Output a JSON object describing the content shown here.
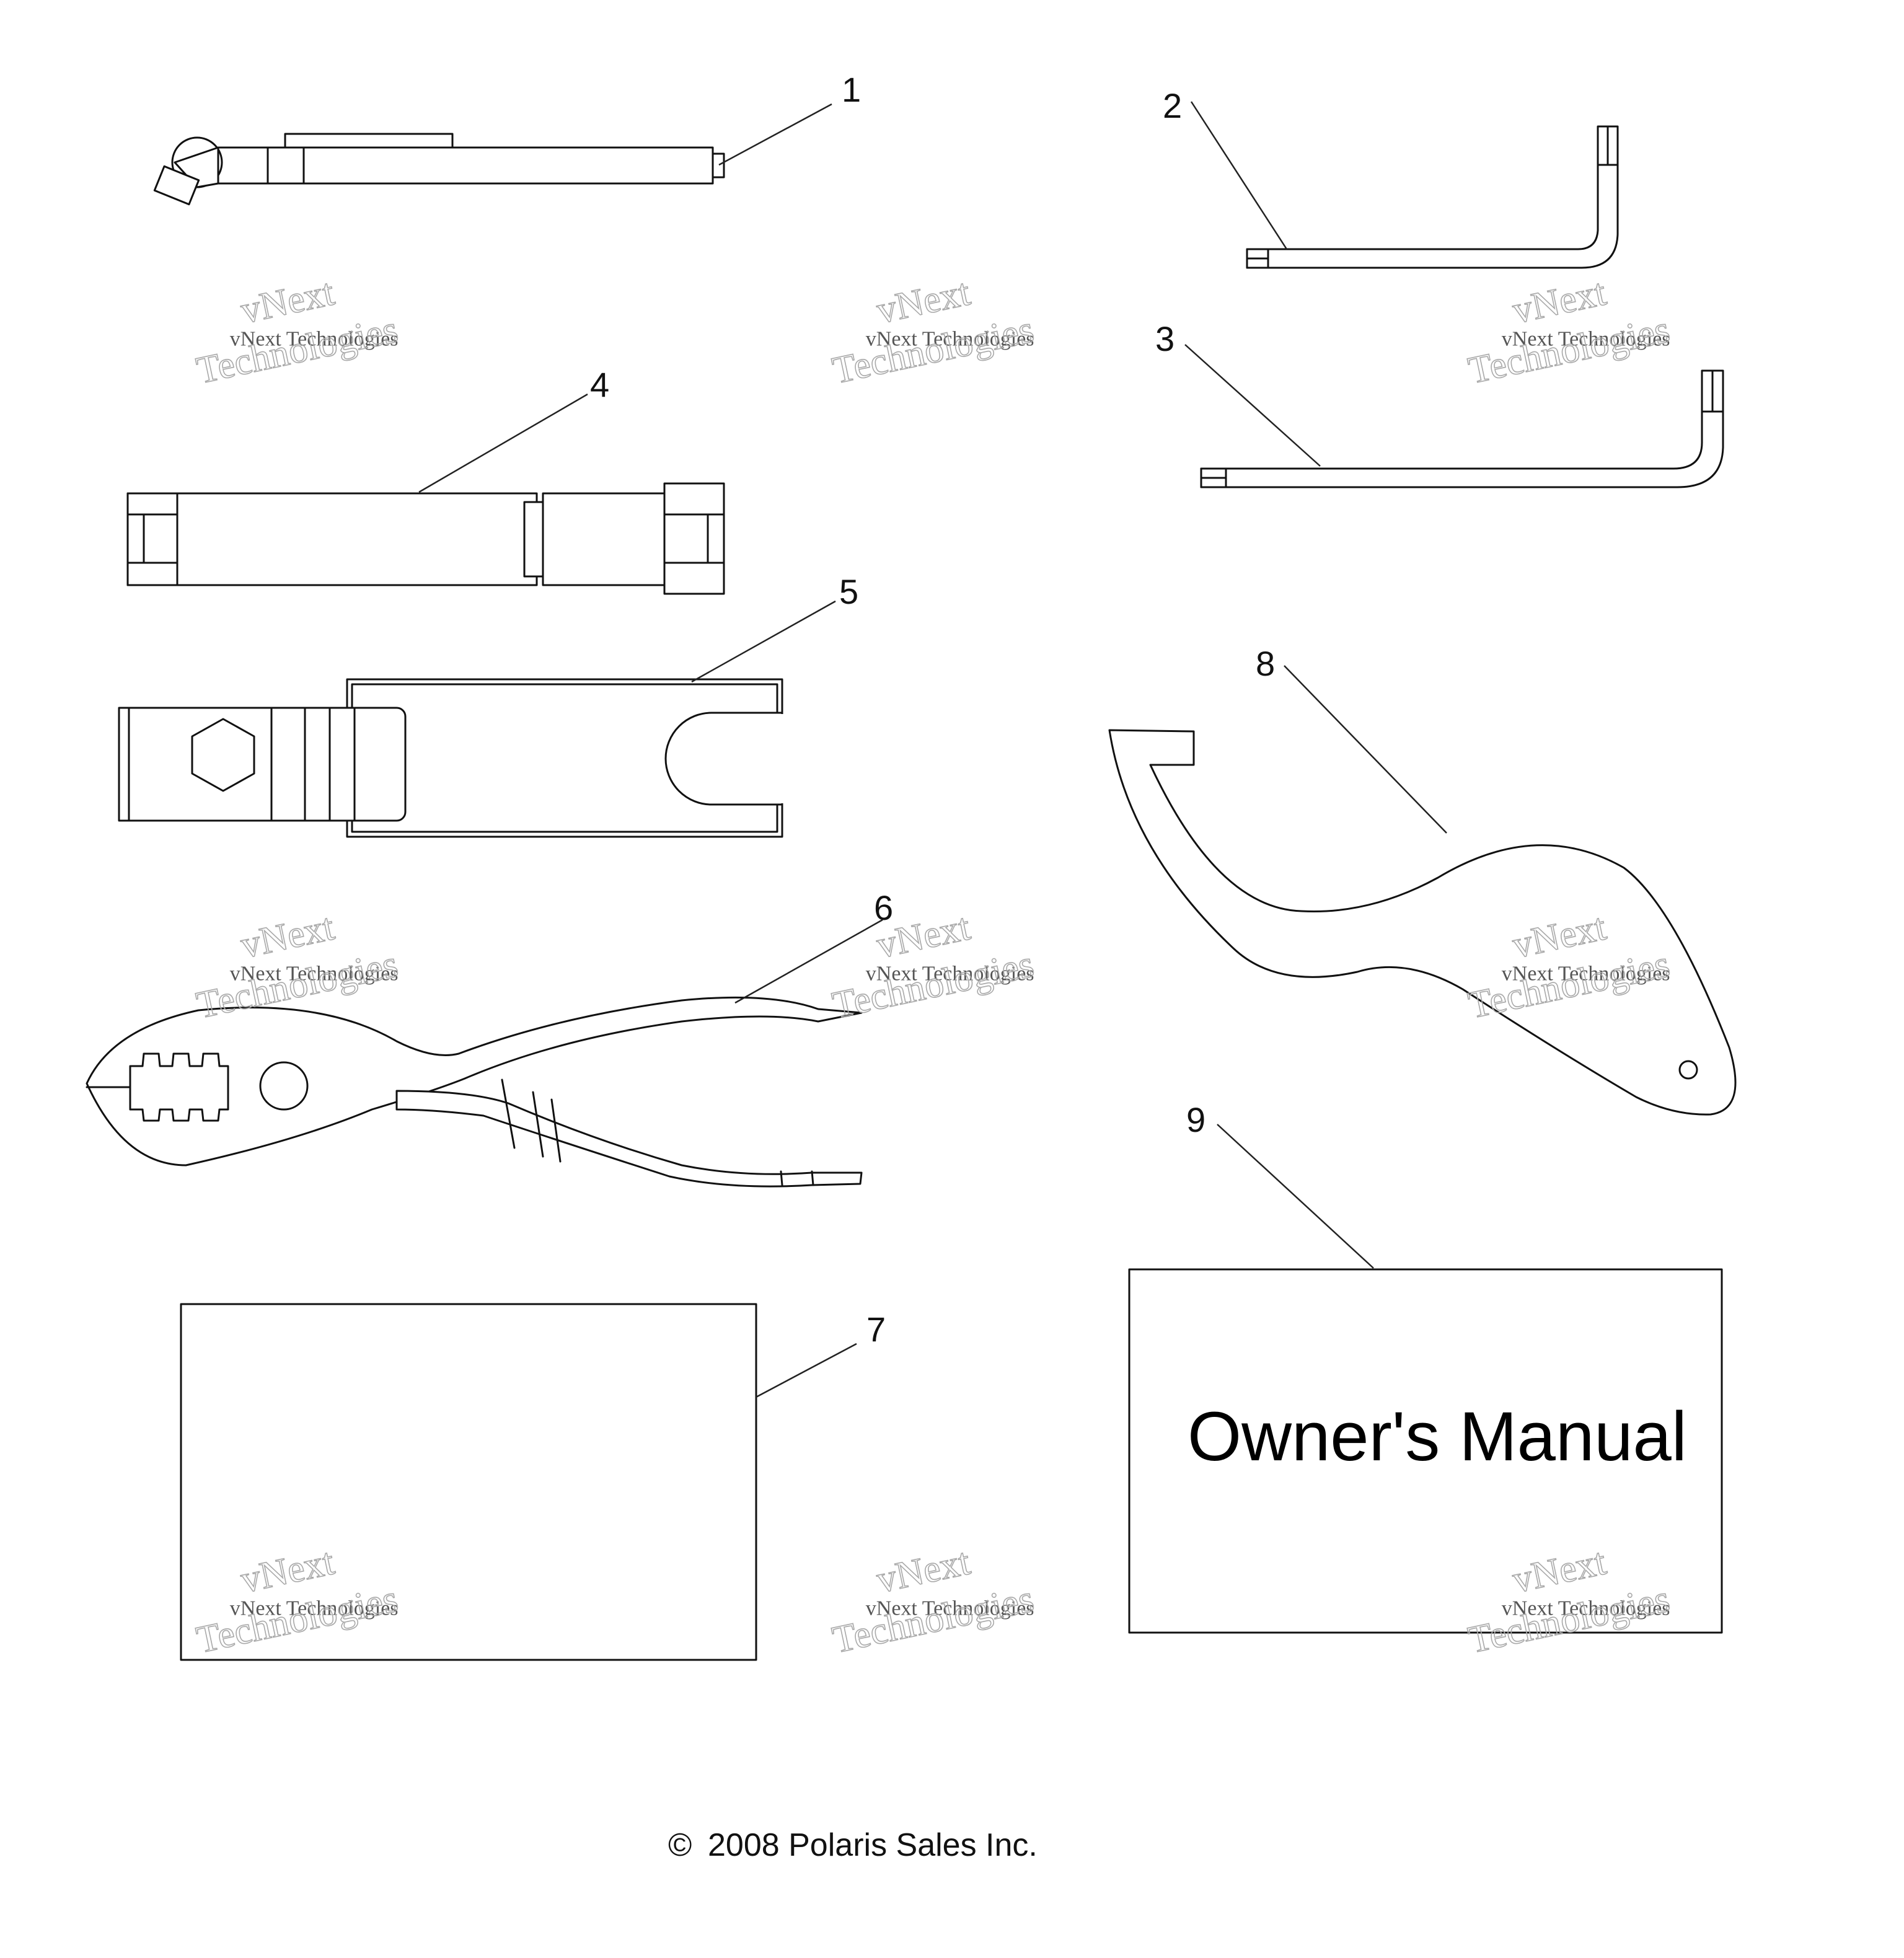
{
  "callouts": {
    "c1": "1",
    "c2": "2",
    "c3": "3",
    "c4": "4",
    "c5": "5",
    "c6": "6",
    "c7": "7",
    "c8": "8",
    "c9": "9"
  },
  "manual": {
    "title": "Owner's Manual"
  },
  "footer": {
    "copyright": "2008 Polaris Sales Inc.",
    "copyright_symbol": "©"
  },
  "watermark": {
    "brand": "vNext",
    "full": "vNext Technologies",
    "word": "Technologies",
    "color": "#a9a9a9"
  },
  "colors": {
    "line": "#111111",
    "background": "#ffffff"
  }
}
